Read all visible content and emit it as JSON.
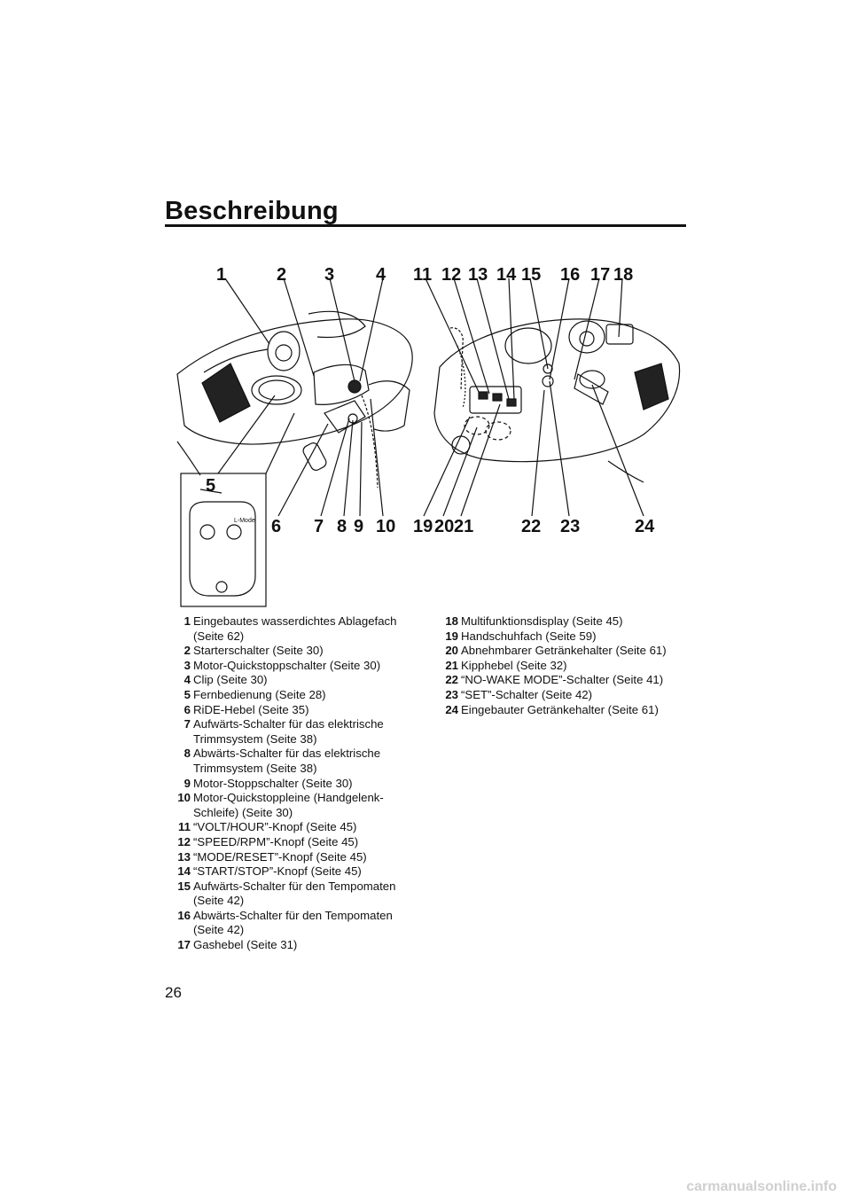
{
  "page": {
    "title": "Beschreibung",
    "page_number": "26",
    "watermark": "carmanualsonline.info"
  },
  "figure": {
    "callouts_top": [
      "1",
      "2",
      "3",
      "4",
      "11",
      "12",
      "13",
      "14",
      "15",
      "16",
      "17",
      "18"
    ],
    "callouts_bottom": [
      "6",
      "7",
      "8",
      "9",
      "10",
      "19",
      "20",
      "21",
      "22",
      "23",
      "24"
    ],
    "inset_callout": "5",
    "remote_label": "L-Mode"
  },
  "legend_left": [
    {
      "num": "1",
      "text": "Eingebautes wasserdichtes Ablagefach",
      "text2": "(Seite 62)"
    },
    {
      "num": "2",
      "text": "Starterschalter (Seite 30)"
    },
    {
      "num": "3",
      "text": "Motor-Quickstoppschalter (Seite 30)"
    },
    {
      "num": "4",
      "text": "Clip (Seite 30)"
    },
    {
      "num": "5",
      "text": "Fernbedienung (Seite 28)"
    },
    {
      "num": "6",
      "text": "RiDE-Hebel (Seite 35)"
    },
    {
      "num": "7",
      "text": "Aufwärts-Schalter für das elektrische",
      "text2": "Trimmsystem (Seite 38)"
    },
    {
      "num": "8",
      "text": "Abwärts-Schalter für das elektrische",
      "text2": "Trimmsystem (Seite 38)"
    },
    {
      "num": "9",
      "text": "Motor-Stoppschalter (Seite 30)"
    },
    {
      "num": "10",
      "text": "Motor-Quickstoppleine (Handgelenk-",
      "text2": "Schleife) (Seite 30)"
    },
    {
      "num": "11",
      "text": "“VOLT/HOUR”-Knopf (Seite 45)"
    },
    {
      "num": "12",
      "text": "“SPEED/RPM”-Knopf (Seite 45)"
    },
    {
      "num": "13",
      "text": "“MODE/RESET”-Knopf (Seite 45)"
    },
    {
      "num": "14",
      "text": "“START/STOP”-Knopf (Seite 45)"
    },
    {
      "num": "15",
      "text": "Aufwärts-Schalter für den Tempomaten",
      "text2": "(Seite 42)"
    },
    {
      "num": "16",
      "text": "Abwärts-Schalter für den Tempomaten",
      "text2": "(Seite 42)"
    },
    {
      "num": "17",
      "text": "Gashebel (Seite 31)"
    }
  ],
  "legend_right": [
    {
      "num": "18",
      "text": "Multifunktionsdisplay (Seite 45)"
    },
    {
      "num": "19",
      "text": "Handschuhfach (Seite 59)"
    },
    {
      "num": "20",
      "text": "Abnehmbarer Getränkehalter (Seite 61)"
    },
    {
      "num": "21",
      "text": "Kipphebel (Seite 32)"
    },
    {
      "num": "22",
      "text": "“NO-WAKE MODE”-Schalter (Seite 41)"
    },
    {
      "num": "23",
      "text": "“SET”-Schalter (Seite 42)"
    },
    {
      "num": "24",
      "text": "Eingebauter Getränkehalter (Seite 61)"
    }
  ]
}
